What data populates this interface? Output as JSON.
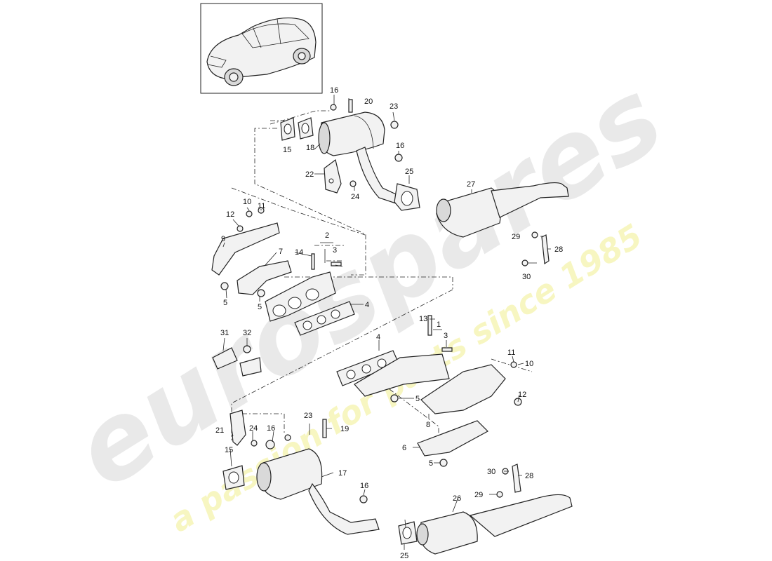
{
  "watermark": {
    "logo_text": "eurospares",
    "tagline": "a passion for parts since 1985",
    "logo_color": "#d8d8d8",
    "tagline_color": "#f1ef8f"
  },
  "diagram": {
    "labels": {
      "p1": "1",
      "p2": "2",
      "p3a": "3",
      "p3b": "3",
      "p4a": "4",
      "p4b": "4",
      "p5a": "5",
      "p5b": "5",
      "p5c": "5",
      "p5d": "5",
      "p6": "6",
      "p7": "7",
      "p8": "8",
      "p9": "9",
      "p10a": "10",
      "p10b": "10",
      "p11a": "11",
      "p11b": "11",
      "p12a": "12",
      "p12b": "12",
      "p13": "13",
      "p14": "14",
      "p15a": "15",
      "p15b": "15",
      "p16a": "16",
      "p16b": "16",
      "p16c": "16",
      "p16d": "16",
      "p17": "17",
      "p18": "18",
      "p19": "19",
      "p20": "20",
      "p21": "21",
      "p22": "22",
      "p23a": "23",
      "p23b": "23",
      "p24a": "24",
      "p24b": "24",
      "p25a": "25",
      "p25b": "25",
      "p26": "26",
      "p27": "27",
      "p28a": "28",
      "p28b": "28",
      "p29a": "29",
      "p29b": "29",
      "p30a": "30",
      "p30b": "30",
      "p31": "31",
      "p32": "32"
    }
  }
}
